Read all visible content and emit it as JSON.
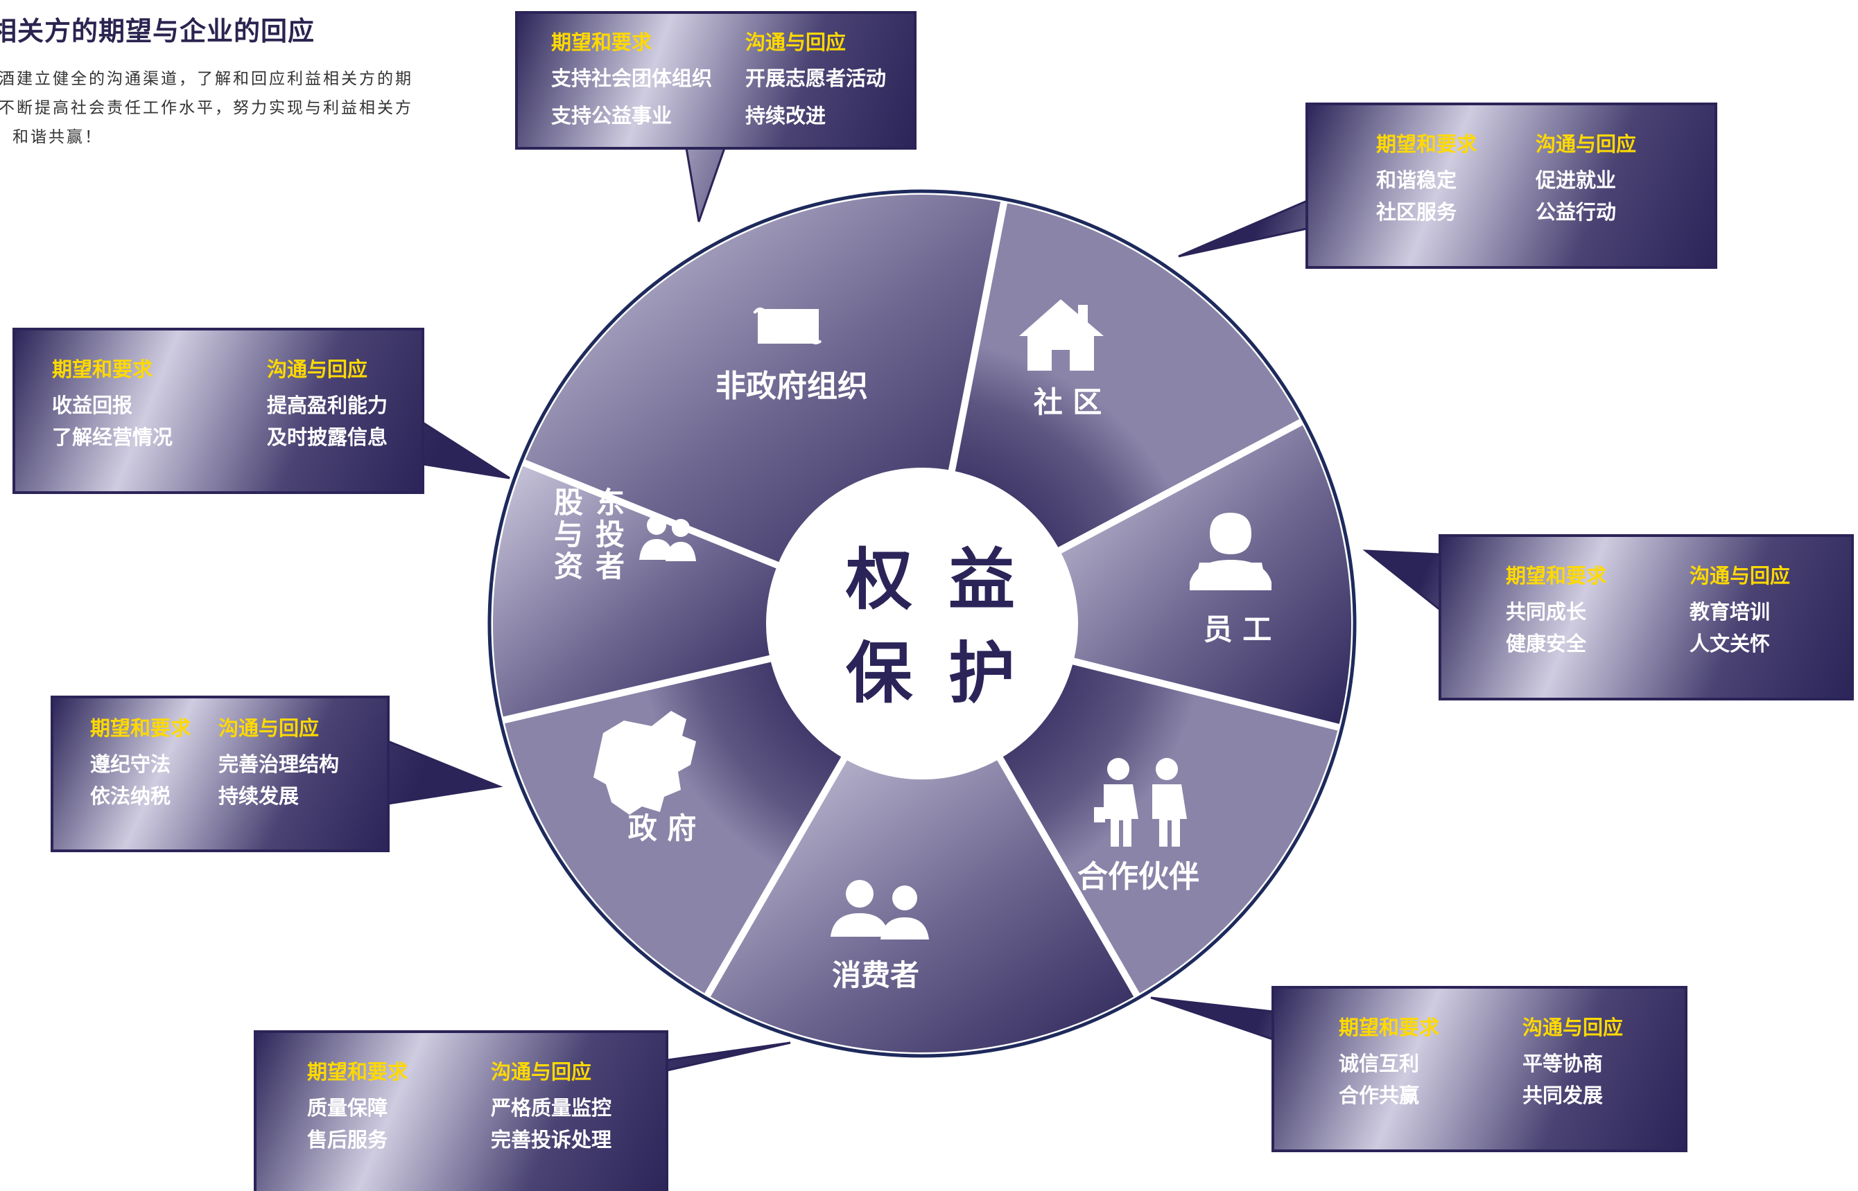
{
  "header": {
    "title": "相关方的期望与企业的回应",
    "lines": [
      "酒建立健全的沟通渠道，了解和回应利益相关方的期",
      "不断提高社会责任工作水平，努力实现与利益相关方",
      "和谐共赢！"
    ]
  },
  "center": {
    "line1": "权 益",
    "line2": "保 护"
  },
  "column_headers": {
    "expect": "期望和要求",
    "respond": "沟通与回应"
  },
  "segments": [
    {
      "id": "ngo",
      "label": "非政府组织",
      "icon": "scroll-icon"
    },
    {
      "id": "community",
      "label": "社 区",
      "icon": "house-icon"
    },
    {
      "id": "employee",
      "label": "员 工",
      "icon": "employee-laptop-icon"
    },
    {
      "id": "partner",
      "label": "合作伙伴",
      "icon": "partners-icon"
    },
    {
      "id": "consumer",
      "label": "消费者",
      "icon": "consumers-icon"
    },
    {
      "id": "government",
      "label": "政 府",
      "icon": "china-map-icon"
    },
    {
      "id": "shareholder",
      "label": "股 东 与 投 资 者",
      "label_cols": [
        "股与资",
        "东投者"
      ],
      "icon": "shareholders-icon"
    }
  ],
  "callouts": [
    {
      "id": "ngo",
      "expect": [
        "支持社会团体组织",
        "支持公益事业"
      ],
      "respond": [
        "开展志愿者活动",
        "持续改进"
      ]
    },
    {
      "id": "community",
      "expect": [
        "和谐稳定",
        "社区服务"
      ],
      "respond": [
        "促进就业",
        "公益行动"
      ]
    },
    {
      "id": "shareholder",
      "expect": [
        "收益回报",
        "了解经营情况"
      ],
      "respond": [
        "提高盈利能力",
        "及时披露信息"
      ]
    },
    {
      "id": "employee",
      "expect": [
        "共同成长",
        "健康安全"
      ],
      "respond": [
        "教育培训",
        "人文关怀"
      ]
    },
    {
      "id": "government",
      "expect": [
        "遵纪守法",
        "依法纳税"
      ],
      "respond": [
        "完善治理结构",
        "持续发展"
      ]
    },
    {
      "id": "consumer",
      "expect": [
        "质量保障",
        "售后服务"
      ],
      "respond": [
        "严格质量监控",
        "完善投诉处理"
      ]
    },
    {
      "id": "partner",
      "expect": [
        "诚信互利",
        "合作共赢"
      ],
      "respond": [
        "平等协商",
        "共同发展"
      ]
    }
  ],
  "colors": {
    "dark": "#2b2458",
    "mid": "#6d6690",
    "light": "#cfcce0",
    "highlight": "#ffd900",
    "text": "#ffffff"
  }
}
